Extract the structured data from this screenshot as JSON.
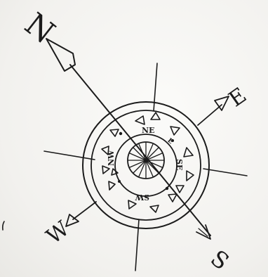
{
  "compass": {
    "north_label": "N",
    "east_label": "E",
    "south_label": "S",
    "west_label": "W",
    "northeast_label": "NE",
    "southeast_label": "SE",
    "southwest_label": "SW",
    "northwest_label": "NW",
    "east_small_label": "E",
    "needle_rotation_deg": 38
  }
}
